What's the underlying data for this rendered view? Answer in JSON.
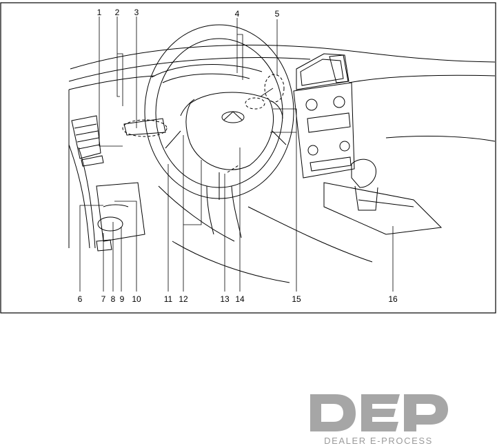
{
  "figure": {
    "callouts": [
      "1",
      "2",
      "3",
      "4",
      "5",
      "6",
      "7",
      "8",
      "9",
      "10",
      "11",
      "12",
      "13",
      "14",
      "15",
      "16"
    ]
  },
  "logo": {
    "wordmark": "DEP",
    "subtitle": "DEALER E-PROCESS"
  },
  "colors": {
    "line": "#000000",
    "logo_gray": "#a6a6a6",
    "background": "#ffffff"
  }
}
